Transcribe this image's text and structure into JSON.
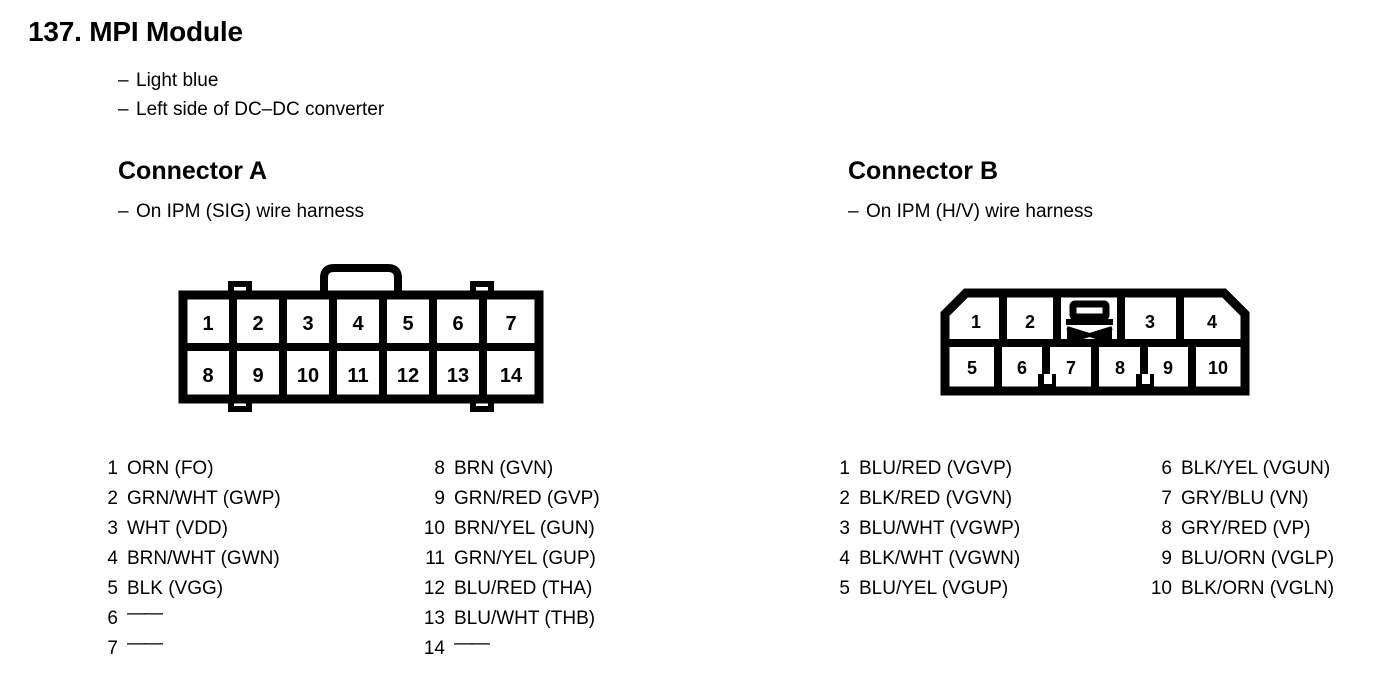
{
  "title": "137. MPI Module",
  "module_notes": [
    "Light blue",
    "Left side of DC–DC converter"
  ],
  "dash": "–",
  "empty_pin": "——",
  "connector_a": {
    "title": "Connector A",
    "note": "On IPM (SIG) wire harness",
    "diagram": {
      "type": "connector-pinout",
      "shape": "rectangular-with-top-latch",
      "columns": 7,
      "rows": 2,
      "top_row_pins": [
        "1",
        "2",
        "3",
        "4",
        "5",
        "6",
        "7"
      ],
      "bottom_row_pins": [
        "8",
        "9",
        "10",
        "11",
        "12",
        "13",
        "14"
      ],
      "latch_position": "top-center",
      "top_notches": 2,
      "bottom_notches": 2
    },
    "pins_left": [
      {
        "num": "1",
        "label": "ORN (FO)"
      },
      {
        "num": "2",
        "label": "GRN/WHT (GWP)"
      },
      {
        "num": "3",
        "label": "WHT (VDD)"
      },
      {
        "num": "4",
        "label": "BRN/WHT (GWN)"
      },
      {
        "num": "5",
        "label": "BLK (VGG)"
      },
      {
        "num": "6",
        "label": "——"
      },
      {
        "num": "7",
        "label": "——"
      }
    ],
    "pins_right": [
      {
        "num": "8",
        "label": "BRN (GVN)"
      },
      {
        "num": "9",
        "label": "GRN/RED (GVP)"
      },
      {
        "num": "10",
        "label": "BRN/YEL (GUN)"
      },
      {
        "num": "11",
        "label": "GRN/YEL (GUP)"
      },
      {
        "num": "12",
        "label": "BLU/RED (THA)"
      },
      {
        "num": "13",
        "label": "BLU/WHT (THB)"
      },
      {
        "num": "14",
        "label": "——"
      }
    ]
  },
  "connector_b": {
    "title": "Connector B",
    "note": "On IPM (H/V) wire harness",
    "diagram": {
      "type": "connector-pinout",
      "shape": "chamfered-top-corners-with-center-latch",
      "top_row_pins": [
        "1",
        "2",
        "3",
        "4"
      ],
      "bottom_row_pins": [
        "5",
        "6",
        "7",
        "8",
        "9",
        "10"
      ],
      "latch_position": "top-center",
      "bottom_notches": 2
    },
    "pins_left": [
      {
        "num": "1",
        "label": "BLU/RED (VGVP)"
      },
      {
        "num": "2",
        "label": "BLK/RED (VGVN)"
      },
      {
        "num": "3",
        "label": "BLU/WHT (VGWP)"
      },
      {
        "num": "4",
        "label": "BLK/WHT (VGWN)"
      },
      {
        "num": "5",
        "label": "BLU/YEL (VGUP)"
      }
    ],
    "pins_right": [
      {
        "num": "6",
        "label": "BLK/YEL (VGUN)"
      },
      {
        "num": "7",
        "label": "GRY/BLU (VN)"
      },
      {
        "num": "8",
        "label": "GRY/RED (VP)"
      },
      {
        "num": "9",
        "label": "BLU/ORN (VGLP)"
      },
      {
        "num": "10",
        "label": "BLK/ORN (VGLN)"
      }
    ]
  },
  "colors": {
    "ink": "#000000",
    "paper": "#ffffff"
  }
}
